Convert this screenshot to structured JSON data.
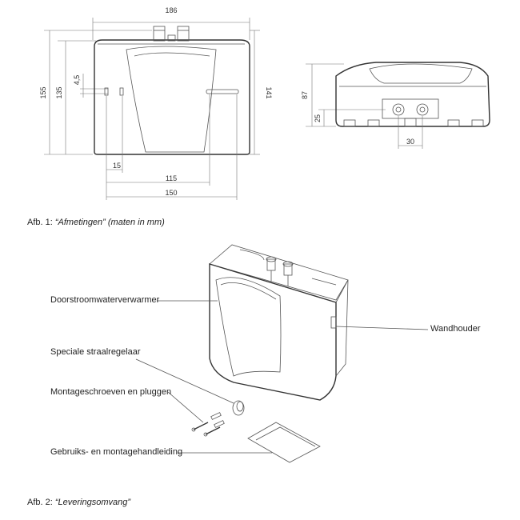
{
  "figure1": {
    "caption_prefix": "Afb. 1: ",
    "caption_title": "“Afmetingen” (maten in mm)",
    "dimensions": {
      "width_top": "186",
      "height_outer": "155",
      "height_inner": "135",
      "offset_small": "4,5",
      "height_right": "141",
      "offset_bottom": "15",
      "mount_spacing": "115",
      "width_bottom": "150",
      "side_height": "87",
      "connector_height": "25",
      "connector_spacing": "30"
    }
  },
  "figure2": {
    "caption_prefix": "Afb. 2: ",
    "caption_title": "“Leveringsomvang”",
    "labels": {
      "heater": "Doorstroomwaterverwarmer",
      "wall_holder": "Wandhouder",
      "aerator": "Speciale straalregelaar",
      "screws": "Montageschroeven en pluggen",
      "manual": "Gebruiks- en montagehandleiding"
    }
  }
}
